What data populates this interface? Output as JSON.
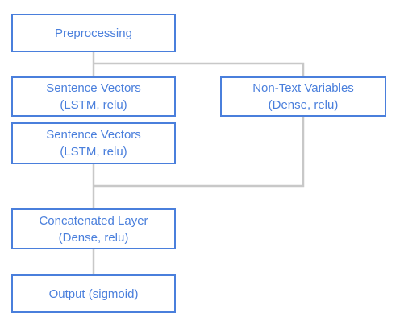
{
  "diagram": {
    "nodes": {
      "preprocessing": {
        "line1": "Preprocessing",
        "line2": ""
      },
      "sentence_vectors_1": {
        "line1": "Sentence Vectors",
        "line2": "(LSTM, relu)"
      },
      "sentence_vectors_2": {
        "line1": "Sentence Vectors",
        "line2": "(LSTM, relu)"
      },
      "non_text_variables": {
        "line1": "Non-Text Variables",
        "line2": "(Dense, relu)"
      },
      "concatenated_layer": {
        "line1": "Concatenated Layer",
        "line2": "(Dense, relu)"
      },
      "output": {
        "line1": "Output (sigmoid)",
        "line2": ""
      }
    },
    "edges": [
      {
        "from": "preprocessing",
        "to": "sentence_vectors_1"
      },
      {
        "from": "preprocessing",
        "to": "non_text_variables"
      },
      {
        "from": "sentence_vectors_1",
        "to": "sentence_vectors_2"
      },
      {
        "from": "sentence_vectors_2",
        "to": "concatenated_layer"
      },
      {
        "from": "non_text_variables",
        "to": "concatenated_layer"
      },
      {
        "from": "concatenated_layer",
        "to": "output"
      }
    ],
    "colors": {
      "node_border": "#4a7fdc",
      "node_text": "#4a7fdc",
      "connector": "#c8c8c8"
    }
  }
}
